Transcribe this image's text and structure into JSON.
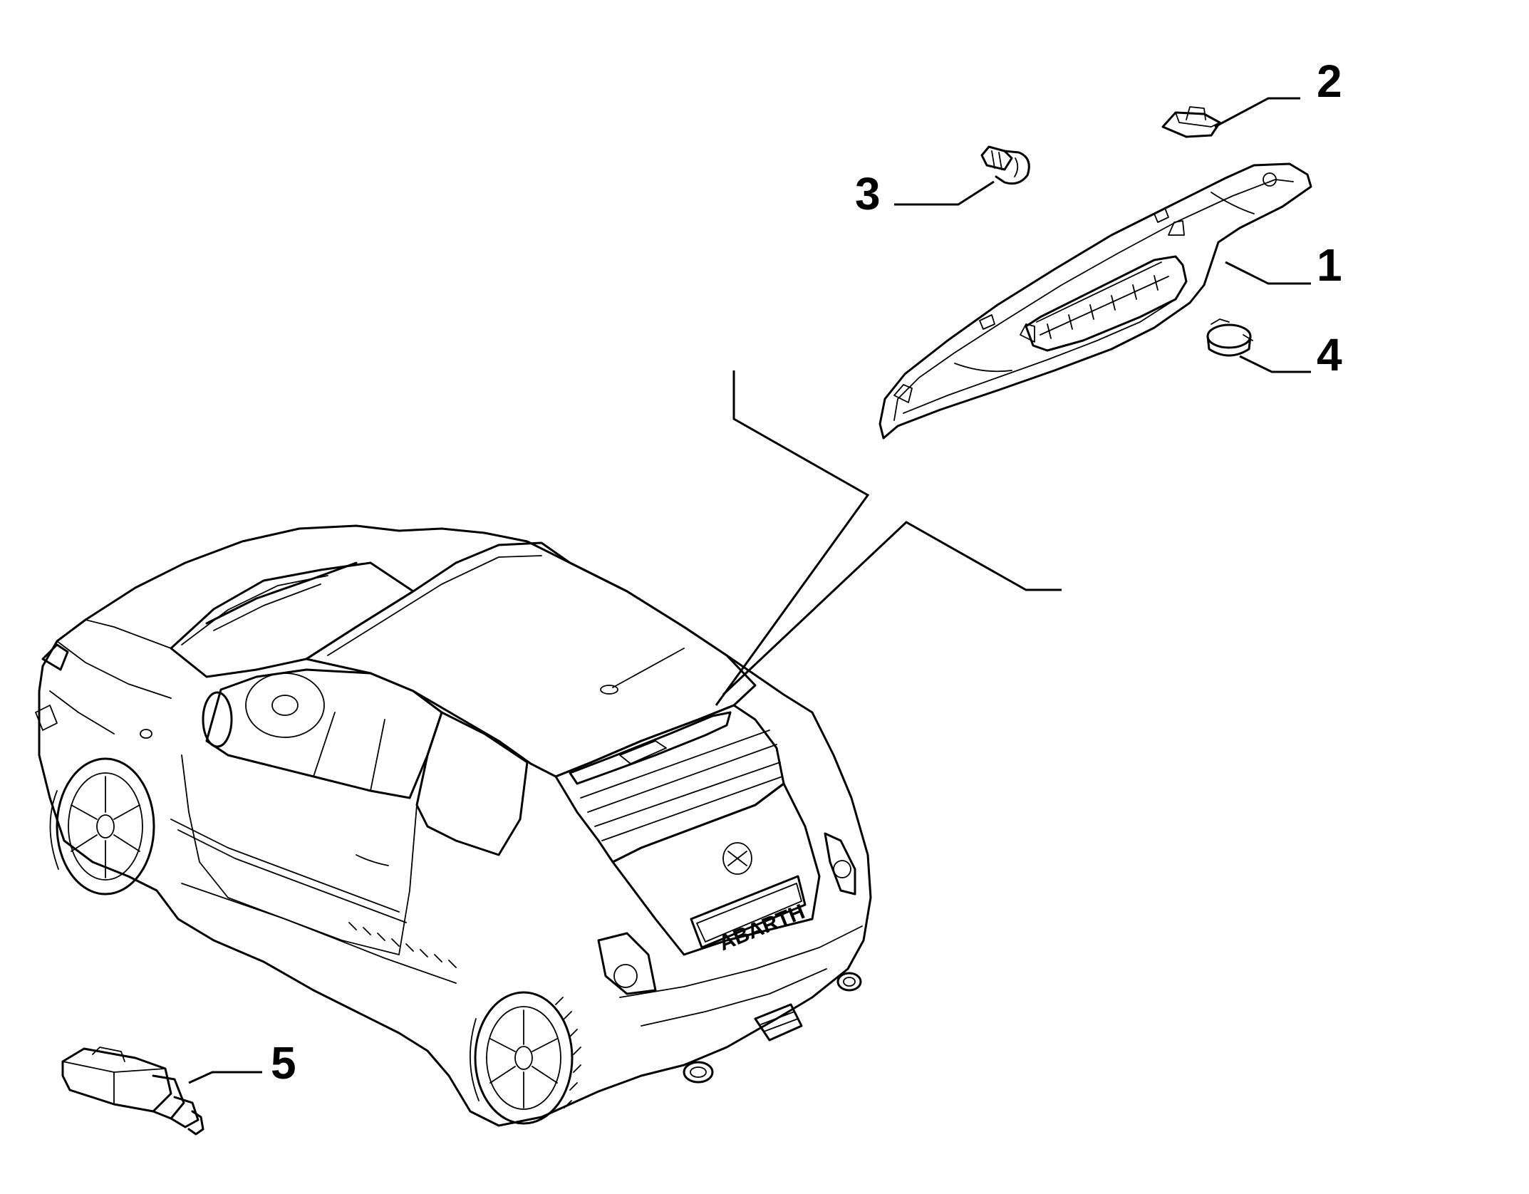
{
  "callouts": [
    {
      "id": "1",
      "label": "1"
    },
    {
      "id": "2",
      "label": "2"
    },
    {
      "id": "3",
      "label": "3"
    },
    {
      "id": "4",
      "label": "4"
    },
    {
      "id": "5",
      "label": "5"
    }
  ],
  "badge_text": "ABARTH",
  "colors": {
    "ink": "#000000",
    "paper": "#ffffff"
  }
}
